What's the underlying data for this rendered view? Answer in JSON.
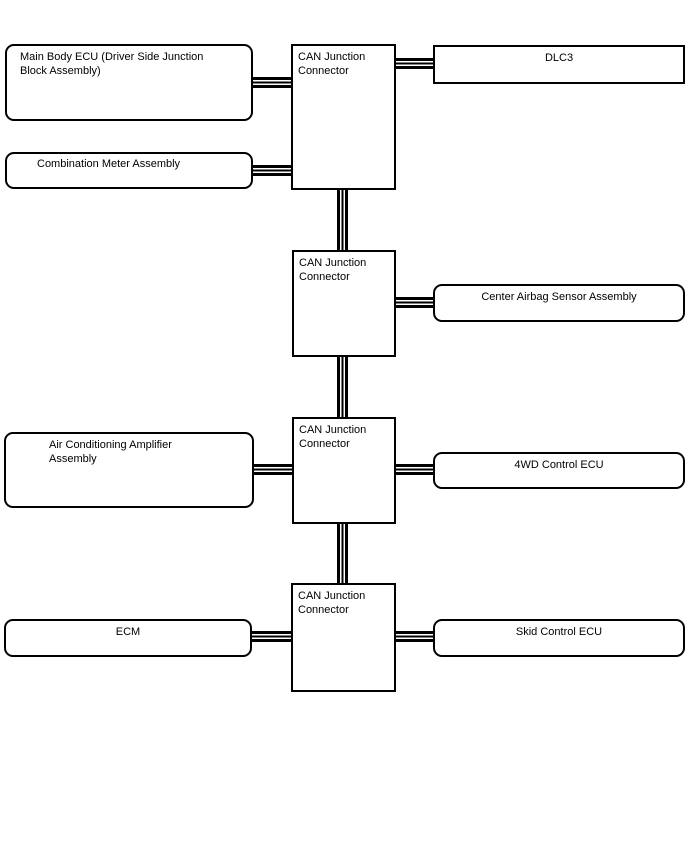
{
  "diagram": {
    "kind": "CAN communication bus diagram",
    "colors": {
      "line": "#000000",
      "background": "#ffffff",
      "text": "#000000"
    },
    "nodes": {
      "main_body_ecu": {
        "label": "Main Body ECU (Driver Side Junction Block Assembly)",
        "shape": "rounded"
      },
      "combination_meter": {
        "label": "Combination Meter Assembly",
        "shape": "rounded"
      },
      "ac_amplifier": {
        "label": "Air Conditioning Amplifier Assembly",
        "shape": "rounded"
      },
      "ecm": {
        "label": "ECM",
        "shape": "rounded"
      },
      "junction_1": {
        "label": "CAN Junction Connector",
        "shape": "rect"
      },
      "junction_2": {
        "label": "CAN Junction Connector",
        "shape": "rect"
      },
      "junction_3": {
        "label": "CAN Junction Connector",
        "shape": "rect"
      },
      "junction_4": {
        "label": "CAN Junction Connector",
        "shape": "rect"
      },
      "dlc3": {
        "label": "DLC3",
        "shape": "rect"
      },
      "center_airbag": {
        "label": "Center Airbag Sensor Assembly",
        "shape": "rounded"
      },
      "four_wd_control": {
        "label": "4WD Control ECU",
        "shape": "rounded"
      },
      "skid_control": {
        "label": "Skid Control ECU",
        "shape": "rounded"
      }
    },
    "edges": [
      {
        "from": "main_body_ecu",
        "to": "junction_1",
        "style": "can-twisted-pair"
      },
      {
        "from": "combination_meter",
        "to": "junction_1",
        "style": "can-twisted-pair"
      },
      {
        "from": "junction_1",
        "to": "dlc3",
        "style": "can-twisted-pair"
      },
      {
        "from": "junction_1",
        "to": "junction_2",
        "style": "can-twisted-pair"
      },
      {
        "from": "junction_2",
        "to": "center_airbag",
        "style": "can-twisted-pair"
      },
      {
        "from": "junction_2",
        "to": "junction_3",
        "style": "can-twisted-pair"
      },
      {
        "from": "ac_amplifier",
        "to": "junction_3",
        "style": "can-twisted-pair"
      },
      {
        "from": "junction_3",
        "to": "four_wd_control",
        "style": "can-twisted-pair"
      },
      {
        "from": "junction_3",
        "to": "junction_4",
        "style": "can-twisted-pair"
      },
      {
        "from": "ecm",
        "to": "junction_4",
        "style": "can-twisted-pair"
      },
      {
        "from": "junction_4",
        "to": "skid_control",
        "style": "can-twisted-pair"
      }
    ]
  }
}
